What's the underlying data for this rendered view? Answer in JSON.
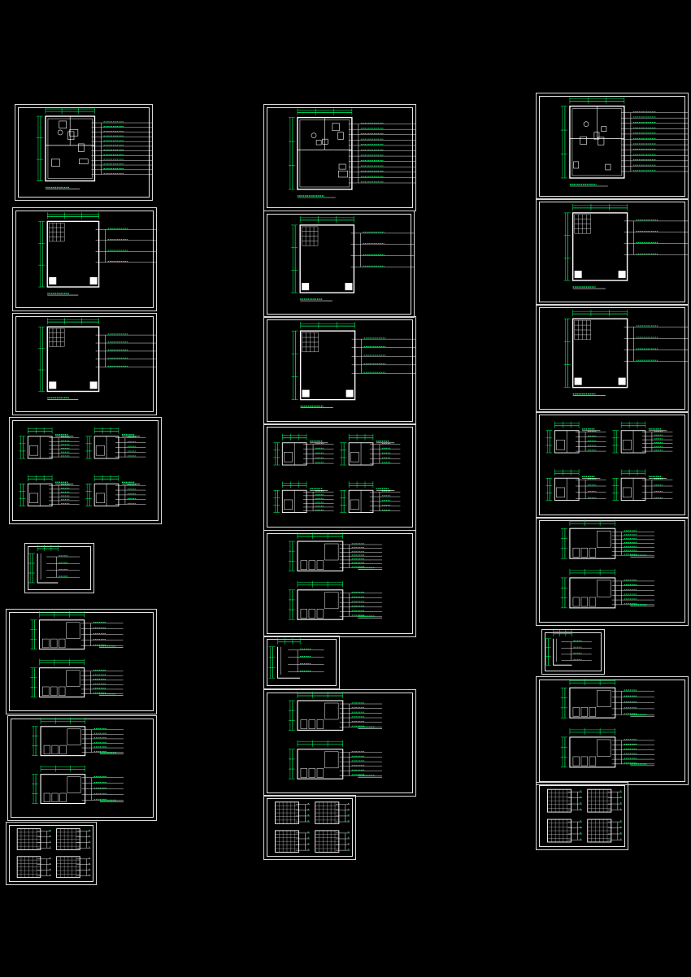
{
  "drawing_set": {
    "columns": [
      {
        "name": "left",
        "sheets": [
          {
            "kind": "floor-plan"
          },
          {
            "kind": "ceiling-plan"
          },
          {
            "kind": "ceiling-plan"
          },
          {
            "kind": "elevation-grid"
          },
          {
            "kind": "detail-small"
          },
          {
            "kind": "elevation-pair"
          },
          {
            "kind": "elevation-pair"
          },
          {
            "kind": "tile-detail"
          }
        ]
      },
      {
        "name": "center",
        "sheets": [
          {
            "kind": "floor-plan"
          },
          {
            "kind": "ceiling-plan"
          },
          {
            "kind": "ceiling-plan"
          },
          {
            "kind": "elevation-grid"
          },
          {
            "kind": "elevation-pair"
          },
          {
            "kind": "detail-small"
          },
          {
            "kind": "elevation-pair"
          },
          {
            "kind": "tile-detail"
          }
        ]
      },
      {
        "name": "right",
        "sheets": [
          {
            "kind": "floor-plan"
          },
          {
            "kind": "ceiling-plan"
          },
          {
            "kind": "ceiling-plan"
          },
          {
            "kind": "elevation-grid"
          },
          {
            "kind": "elevation-pair"
          },
          {
            "kind": "detail-small"
          },
          {
            "kind": "elevation-pair"
          },
          {
            "kind": "tile-detail"
          }
        ]
      }
    ],
    "colors": {
      "background": "#000000",
      "frame": "#d9d9d9",
      "linework": "#ffffff",
      "dimension": "#00ff66",
      "accent": "#33cc66"
    }
  }
}
